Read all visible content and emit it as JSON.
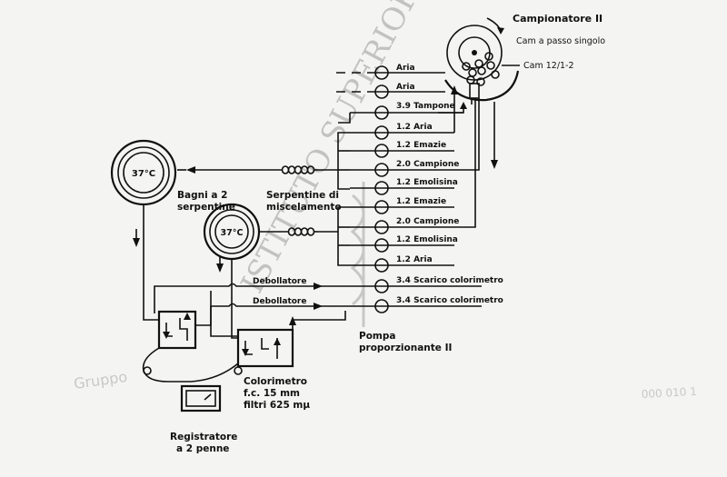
{
  "sampler": {
    "title": "Campionatore II",
    "subtitle": "Cam a passo singolo",
    "cam": "Cam 12/1-2"
  },
  "pump_lines": [
    "Aria",
    "Aria",
    "3.9 Tampone",
    "1.2 Aria",
    "1.2 Emazie",
    "2.0 Campione",
    "1.2 Emolisina",
    "1.2 Emazie",
    "2.0 Campione",
    "1.2 Emolisina",
    "1.2 Aria",
    "3.4 Scarico colorimetro",
    "3.4 Scarico colorimetro"
  ],
  "baths": {
    "temp_1": "37°C",
    "temp_2": "37°C",
    "label_line1": "Bagni a 2",
    "label_line2": "serpentine"
  },
  "mixing_coils": {
    "line1": "Serpentine di",
    "line2": "miscelamento"
  },
  "debubblers": [
    "Debollatore",
    "Debollatore"
  ],
  "pump": {
    "line1": "Pompa",
    "line2": "proporzionante II"
  },
  "colorimeter": {
    "line1": "Colorimetro",
    "line2": "f.c. 15 mm",
    "line3": "filtri 625 mμ"
  },
  "recorder": {
    "line1": "Registratore",
    "line2": "a 2 penne"
  },
  "watermark": "ISTITUTO SUPERIORE DI SANITÀ",
  "faint_marks": [
    "000 010 1",
    "Gruppo"
  ]
}
